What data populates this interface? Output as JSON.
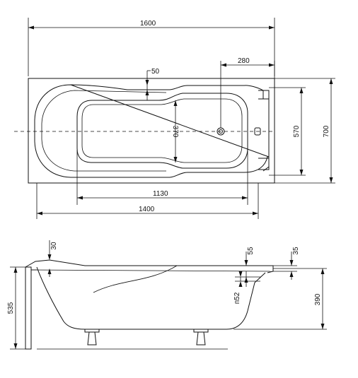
{
  "top_view": {
    "dim_overall_length": "1600",
    "dim_inner_length": "1400",
    "dim_basin_length": "1130",
    "dim_rim_offset": "50",
    "dim_drain_offset": "280",
    "dim_basin_width": "370",
    "dim_inner_width": "570",
    "dim_overall_width": "700"
  },
  "side_view": {
    "dim_rim_thickness_left": "30",
    "dim_depth_offset": "55",
    "dim_rim_thickness_right": "35",
    "dim_drain_diameter": "п52",
    "dim_total_height": "535",
    "dim_inner_depth": "390"
  }
}
